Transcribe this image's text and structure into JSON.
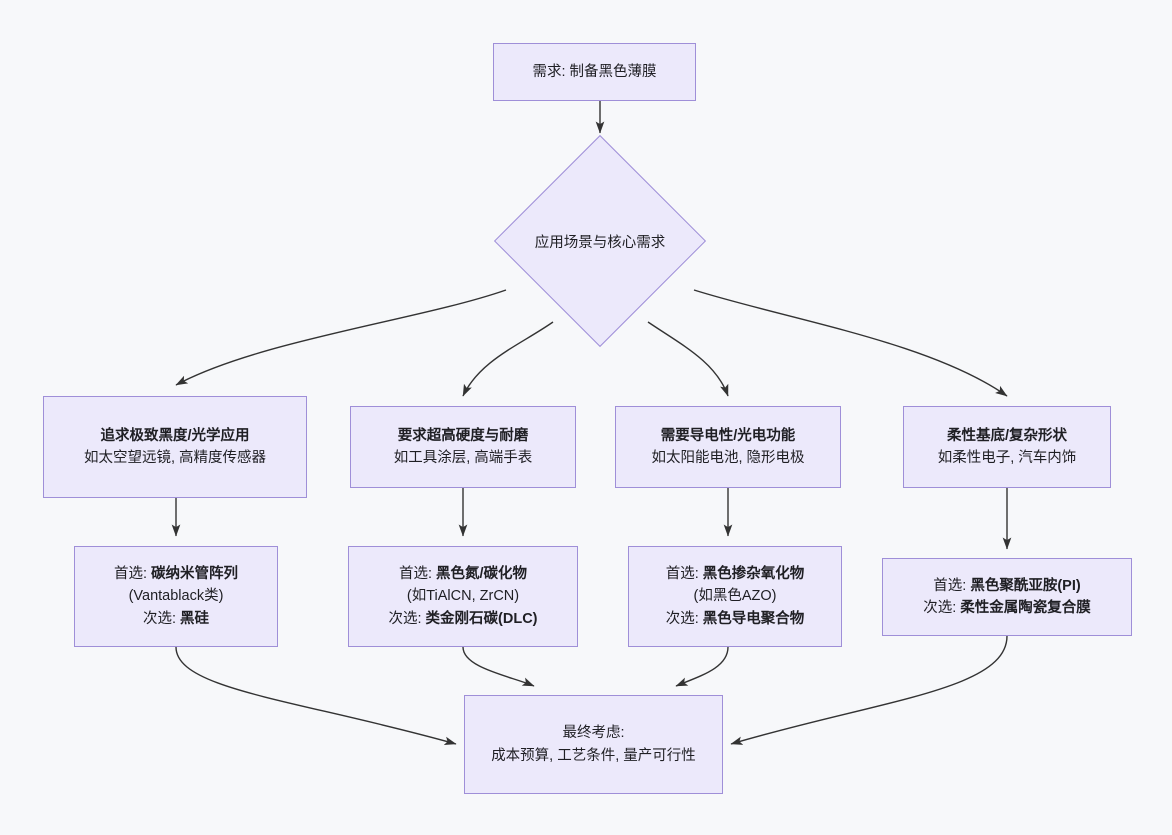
{
  "diagram": {
    "title_node": {
      "label": "需求: 制备黑色薄膜"
    },
    "decision_node": {
      "label": "应用场景与核心需求"
    },
    "branches": [
      {
        "title": "追求极致黑度/光学应用",
        "detail": "如太空望远镜, 高精度传感器",
        "recommendation": {
          "primary_label": "首选:",
          "primary_value": "碳纳米管阵列",
          "note": "(Vantablack类)",
          "secondary_label": "次选:",
          "secondary_value": "黑硅"
        }
      },
      {
        "title": "要求超高硬度与耐磨",
        "detail": "如工具涂层, 高端手表",
        "recommendation": {
          "primary_label": "首选:",
          "primary_value": "黑色氮/碳化物",
          "note": "(如TiAlCN, ZrCN)",
          "secondary_label": "次选:",
          "secondary_value": "类金刚石碳(DLC)"
        }
      },
      {
        "title": "需要导电性/光电功能",
        "detail": "如太阳能电池, 隐形电极",
        "recommendation": {
          "primary_label": "首选:",
          "primary_value": "黑色掺杂氧化物",
          "note": "(如黑色AZO)",
          "secondary_label": "次选:",
          "secondary_value": "黑色导电聚合物"
        }
      },
      {
        "title": "柔性基底/复杂形状",
        "detail": "如柔性电子, 汽车内饰",
        "recommendation": {
          "primary_label": "首选:",
          "primary_value": "黑色聚酰亚胺(PI)",
          "note": "",
          "secondary_label": "次选:",
          "secondary_value": "柔性金属陶瓷复合膜"
        }
      }
    ],
    "final_node": {
      "line1": "最终考虑:",
      "line2": "成本预算, 工艺条件, 量产可行性"
    },
    "colors": {
      "background": "#f7f8fa",
      "node_fill": "#ece9fb",
      "node_border": "#9f8fd8",
      "edge": "#333333",
      "text": "#1f1f24"
    }
  }
}
